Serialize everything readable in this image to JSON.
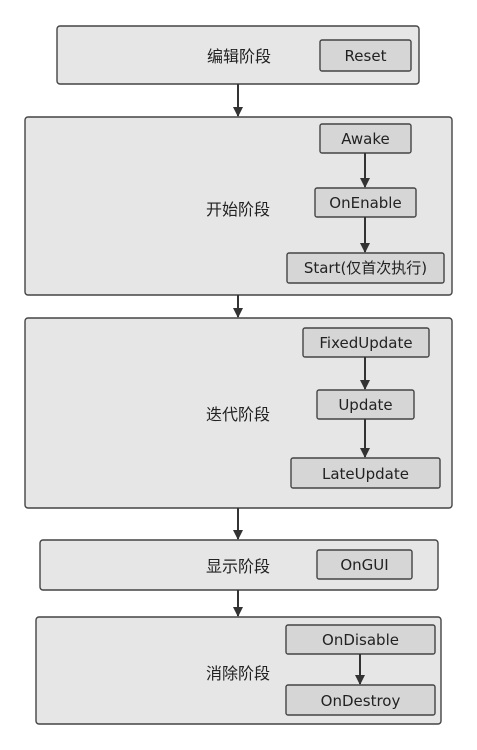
{
  "stages": [
    {
      "id": "edit",
      "label": "编辑阶段",
      "nodes": [
        "Reset"
      ]
    },
    {
      "id": "start",
      "label": "开始阶段",
      "nodes": [
        "Awake",
        "OnEnable",
        "Start(仅首次执行)"
      ]
    },
    {
      "id": "iterate",
      "label": "迭代阶段",
      "nodes": [
        "FixedUpdate",
        "Update",
        "LateUpdate"
      ]
    },
    {
      "id": "display",
      "label": "显示阶段",
      "nodes": [
        "OnGUI"
      ]
    },
    {
      "id": "destroy",
      "label": "消除阶段",
      "nodes": [
        "OnDisable",
        "OnDestroy"
      ]
    }
  ]
}
